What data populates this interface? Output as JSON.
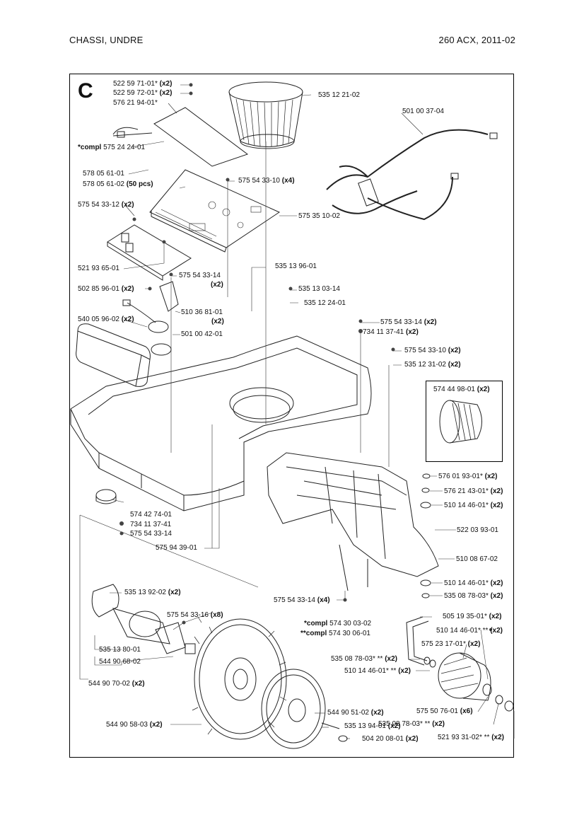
{
  "header": {
    "title_left": "CHASSI,  UNDRE",
    "title_right": "260 ACX, 2011-02"
  },
  "section": "C",
  "labels": [
    {
      "id": "l1",
      "num": "522 59 71-01*",
      "qty": "(x2)"
    },
    {
      "id": "l2",
      "num": "522 59 72-01*",
      "qty": "(x2)"
    },
    {
      "id": "l3",
      "num": "576 21 94-01*",
      "qty": ""
    },
    {
      "id": "l4",
      "num": "535 12 21-02",
      "qty": ""
    },
    {
      "id": "l5",
      "num": "501 00 37-04",
      "qty": ""
    },
    {
      "id": "l6",
      "pre": "*compl",
      "num": "575 24 24-01",
      "qty": ""
    },
    {
      "id": "l7",
      "num": "578 05 61-01",
      "qty": ""
    },
    {
      "id": "l8",
      "num": "578 05 61-02",
      "qty": "(50 pcs)"
    },
    {
      "id": "l9",
      "num": "575 54 33-10",
      "qty": "(x4)"
    },
    {
      "id": "l10",
      "num": "575 54 33-12",
      "qty": "(x2)"
    },
    {
      "id": "l11",
      "num": "575 35 10-02",
      "qty": ""
    },
    {
      "id": "l12",
      "num": "521 93 65-01",
      "qty": ""
    },
    {
      "id": "l13",
      "num": "535 13 96-01",
      "qty": ""
    },
    {
      "id": "l14",
      "num": "575 54 33-14",
      "qty": "(x2)"
    },
    {
      "id": "l15",
      "num": "502 85 96-01",
      "qty": "(x2)"
    },
    {
      "id": "l16",
      "num": "535 13 03-14",
      "qty": ""
    },
    {
      "id": "l17",
      "num": "535 12 24-01",
      "qty": ""
    },
    {
      "id": "l18",
      "num": "510 36 81-01",
      "qty": "(x2)"
    },
    {
      "id": "l19",
      "num": "540 05 96-02",
      "qty": "(x2)"
    },
    {
      "id": "l20",
      "num": "501 00 42-01",
      "qty": ""
    },
    {
      "id": "l21",
      "num": "575 54 33-14",
      "qty": "(x2)"
    },
    {
      "id": "l22",
      "num": "734 11 37-41",
      "qty": "(x2)"
    },
    {
      "id": "l23",
      "num": "575 54 33-10",
      "qty": "(x2)"
    },
    {
      "id": "l24",
      "num": "535 12 31-02",
      "qty": "(x2)"
    },
    {
      "id": "l25",
      "num": "574 44 98-01",
      "qty": "(x2)"
    },
    {
      "id": "l26",
      "num": "576 01 93-01*",
      "qty": "(x2)"
    },
    {
      "id": "l27",
      "num": "576 21 43-01*",
      "qty": "(x2)"
    },
    {
      "id": "l28",
      "num": "510 14 46-01*",
      "qty": "(x2)"
    },
    {
      "id": "l29",
      "num": "574 42 74-01",
      "qty": ""
    },
    {
      "id": "l30",
      "num": "734 11 37-41",
      "qty": ""
    },
    {
      "id": "l31",
      "num": "575 54 33-14",
      "qty": ""
    },
    {
      "id": "l32",
      "num": "522 03 93-01",
      "qty": ""
    },
    {
      "id": "l33",
      "num": "575 94 39-01",
      "qty": ""
    },
    {
      "id": "l34",
      "num": "510 08 67-02",
      "qty": ""
    },
    {
      "id": "l35",
      "num": "535 13 92-02",
      "qty": "(x2)"
    },
    {
      "id": "l36",
      "num": "510 14 46-01*",
      "qty": "(x2)"
    },
    {
      "id": "l37",
      "num": "535 08 78-03*",
      "qty": "(x2)"
    },
    {
      "id": "l38",
      "num": "575 54 33-14",
      "qty": "(x4)"
    },
    {
      "id": "l39",
      "num": "505 19 35-01*",
      "qty": "(x2)"
    },
    {
      "id": "l40",
      "num": "575 54 33-16",
      "qty": "(x8)"
    },
    {
      "id": "l41",
      "pre": "*compl",
      "num": "574 30 03-02",
      "qty": ""
    },
    {
      "id": "l42",
      "pre": "**compl",
      "num": "574 30 06-01",
      "qty": ""
    },
    {
      "id": "l43",
      "num": "510 14 46-01* **",
      "qty": "(x2)"
    },
    {
      "id": "l44",
      "num": "575 23 17-01*",
      "qty": "(x2)"
    },
    {
      "id": "l45",
      "num": "535 13 80-01",
      "qty": ""
    },
    {
      "id": "l46",
      "num": "544 90 68-02",
      "qty": ""
    },
    {
      "id": "l47",
      "num": "535 08 78-03* **",
      "qty": "(x2)"
    },
    {
      "id": "l48",
      "num": "510 14 46-01* **",
      "qty": "(x2)"
    },
    {
      "id": "l49",
      "num": "544 90 70-02",
      "qty": "(x2)"
    },
    {
      "id": "l50",
      "num": "544 90 51-02",
      "qty": "(x2)"
    },
    {
      "id": "l51",
      "num": "575 50 76-01",
      "qty": "(x6)"
    },
    {
      "id": "l52",
      "num": "544 90 58-03",
      "qty": "(x2)"
    },
    {
      "id": "l53",
      "num": "535 13 94-01",
      "qty": "(x2)"
    },
    {
      "id": "l54",
      "num": "535 08 78-03* **",
      "qty": "(x2)"
    },
    {
      "id": "l55",
      "num": "504 20 08-01",
      "qty": "(x2)"
    },
    {
      "id": "l56",
      "num": "521 93 31-02* **",
      "qty": "(x2)"
    }
  ]
}
